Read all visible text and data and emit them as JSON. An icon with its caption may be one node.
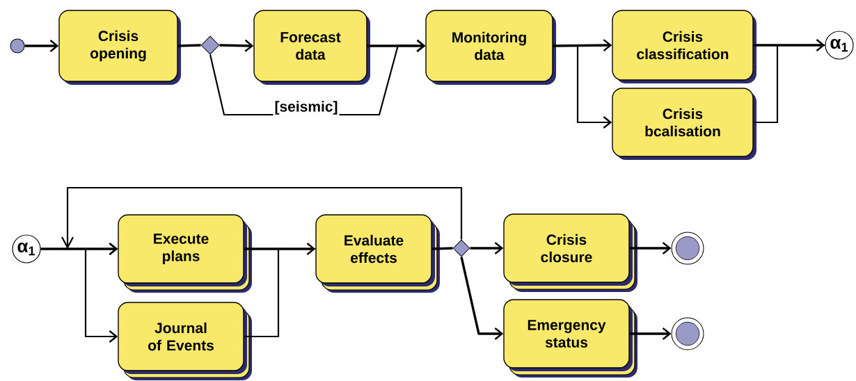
{
  "diagram": {
    "nodes": [
      {
        "text": [],
        "shape": "circle"
      },
      {
        "text": [
          "Crisis opening"
        ]
      },
      {
        "text": [],
        "shape": "diamond"
      },
      {
        "text": [
          "Forecast data"
        ]
      },
      {
        "text": [
          "Monitoring data"
        ]
      },
      {
        "text": [
          "Crisis classification"
        ]
      },
      {
        "text": [
          "Crisis bcalisation"
        ]
      },
      {
        "text": [
          "α$_{1}$"
        ]
      },
      {
        "text": [
          "α$_{1}$"
        ]
      },
      {
        "text": [
          "Execute plans"
        ]
      },
      {
        "text": [
          "Journal of Events"
        ]
      },
      {
        "text": [
          "Evaluate effects"
        ]
      },
      {
        "text": [],
        "shape": "diamond"
      },
      {
        "text": [
          "Crisis closure"
        ]
      },
      {
        "text": [
          "Emergency status"
        ]
      },
      {
        "text": [],
        "shape": "circle"
      },
      {
        "text": [],
        "shape": "circle"
      }
    ],
    "edges": [
      {
        "from": 0,
        "to": 1,
        "arrow": "to"
      },
      {
        "from": 1,
        "to": 2,
        "arrow": "none"
      },
      {
        "from": 2,
        "to": 3,
        "arrow": "to"
      },
      {
        "from": 3,
        "to": 4,
        "arrow": "to"
      },
      {
        "from": 2,
        "to": 4,
        "arrow": "to",
        "label": "[seismic]"
      },
      {
        "from": 4,
        "to": 5,
        "arrow": "to"
      },
      {
        "from": 4,
        "to": 6,
        "arrow": "to"
      },
      {
        "from": 5,
        "to": 7,
        "arrow": "to"
      },
      {
        "from": 6,
        "to": 7,
        "arrow": "none"
      },
      {
        "from": 8,
        "to": 9,
        "arrow": "to"
      },
      {
        "from": 8,
        "to": 10,
        "arrow": "to"
      },
      {
        "from": 9,
        "to": 11,
        "arrow": "to"
      },
      {
        "from": 10,
        "to": 11,
        "arrow": "none"
      },
      {
        "from": 11,
        "to": 12,
        "arrow": "none"
      },
      {
        "from": 12,
        "to": 13,
        "arrow": "to"
      },
      {
        "from": 12,
        "to": 14,
        "arrow": "to"
      },
      {
        "from": 12,
        "to": 9,
        "arrow": "to"
      },
      {
        "from": 13,
        "to": 15,
        "arrow": "to"
      },
      {
        "from": 14,
        "to": 16,
        "arrow": "to"
      }
    ]
  }
}
